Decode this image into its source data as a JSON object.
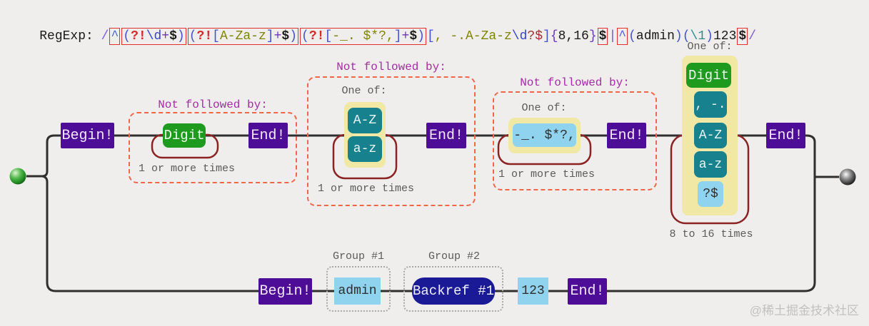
{
  "regex": {
    "label": "RegExp: ",
    "parts": [
      {
        "boxed": false,
        "tokens": [
          {
            "text": "/",
            "cls": "c-delim"
          }
        ]
      },
      {
        "boxed": true,
        "tokens": [
          {
            "text": "^",
            "cls": "c-anchor"
          }
        ]
      },
      {
        "boxed": true,
        "tokens": [
          {
            "text": "(",
            "cls": "c-paren"
          },
          {
            "text": "?!",
            "cls": "c-neg"
          },
          {
            "text": "\\d",
            "cls": "c-esc"
          },
          {
            "text": "+",
            "cls": "c-quant"
          },
          {
            "text": "$",
            "cls": "c-dollar"
          },
          {
            "text": ")",
            "cls": "c-paren"
          }
        ]
      },
      {
        "boxed": true,
        "tokens": [
          {
            "text": "(",
            "cls": "c-paren"
          },
          {
            "text": "?!",
            "cls": "c-neg"
          },
          {
            "text": "[",
            "cls": "c-paren"
          },
          {
            "text": "A-Za-z",
            "cls": "c-class"
          },
          {
            "text": "]",
            "cls": "c-paren"
          },
          {
            "text": "+",
            "cls": "c-quant"
          },
          {
            "text": "$",
            "cls": "c-dollar"
          },
          {
            "text": ")",
            "cls": "c-paren"
          }
        ]
      },
      {
        "boxed": true,
        "tokens": [
          {
            "text": "(",
            "cls": "c-paren"
          },
          {
            "text": "?!",
            "cls": "c-neg"
          },
          {
            "text": "[",
            "cls": "c-paren"
          },
          {
            "text": "-_. $*?,",
            "cls": "c-class"
          },
          {
            "text": "]",
            "cls": "c-paren"
          },
          {
            "text": "+",
            "cls": "c-quant"
          },
          {
            "text": "$",
            "cls": "c-dollar"
          },
          {
            "text": ")",
            "cls": "c-paren"
          }
        ]
      },
      {
        "boxed": false,
        "tokens": [
          {
            "text": "[",
            "cls": "c-paren"
          },
          {
            "text": ", -.A-Za-z",
            "cls": "c-class"
          },
          {
            "text": "\\d",
            "cls": "c-esc"
          },
          {
            "text": "?$",
            "cls": "c-classred"
          },
          {
            "text": "]",
            "cls": "c-paren"
          },
          {
            "text": "{",
            "cls": "c-quant"
          },
          {
            "text": "8,16",
            "cls": "c-plain"
          },
          {
            "text": "}",
            "cls": "c-quant"
          }
        ]
      },
      {
        "boxed": true,
        "tokens": [
          {
            "text": "$",
            "cls": "c-dollar"
          }
        ]
      },
      {
        "boxed": false,
        "tokens": [
          {
            "text": "|",
            "cls": "c-alt"
          }
        ]
      },
      {
        "boxed": true,
        "tokens": [
          {
            "text": "^",
            "cls": "c-anchor"
          }
        ]
      },
      {
        "boxed": false,
        "tokens": [
          {
            "text": "(",
            "cls": "c-paren"
          },
          {
            "text": "admin",
            "cls": "c-plain"
          },
          {
            "text": ")",
            "cls": "c-paren"
          },
          {
            "text": "(",
            "cls": "c-paren"
          },
          {
            "text": "\\1",
            "cls": "c-backref"
          },
          {
            "text": ")",
            "cls": "c-paren"
          },
          {
            "text": "123",
            "cls": "c-plain"
          }
        ]
      },
      {
        "boxed": true,
        "tokens": [
          {
            "text": "$",
            "cls": "c-dollar"
          }
        ]
      },
      {
        "boxed": false,
        "tokens": [
          {
            "text": "/",
            "cls": "c-delim"
          }
        ]
      }
    ]
  },
  "diagram": {
    "labels": {
      "begin": "Begin!",
      "end": "End!",
      "not_followed_by": "Not followed by:",
      "one_of": "One of:",
      "one_or_more_times": "1 or more times",
      "eight_to_sixteen_times": "8 to 16 times",
      "group1": "Group #1",
      "group2": "Group #2"
    },
    "nodes": {
      "digit": "Digit",
      "upper": "A-Z",
      "lower": "a-z",
      "comma_dash_dot": ", -.",
      "punct_set": "-_. $*?,",
      "question_dollar": "?$",
      "admin": "admin",
      "backref": "Backref #1",
      "literal_123": "123"
    }
  },
  "watermark": "@稀土掘金技术社区",
  "colors": {
    "background": "#efeeec",
    "line": "#2f2f2f",
    "assertion_box": "#4e0d96",
    "literal_green": "#1e9b1e",
    "class_teal": "#17818d",
    "class_blue": "#8fd3ee",
    "class_container": "#f0e8a4",
    "loop_stroke": "#8b2323",
    "assertion_dashed": "#f26648",
    "assertion_label": "#a62ba6",
    "backref_navy": "#1a1a96",
    "group_dotted": "#a8a8a8",
    "label_gray": "#5a5a5a",
    "regex_box_red": "#e03030",
    "watermark": "#c2c1c0"
  }
}
